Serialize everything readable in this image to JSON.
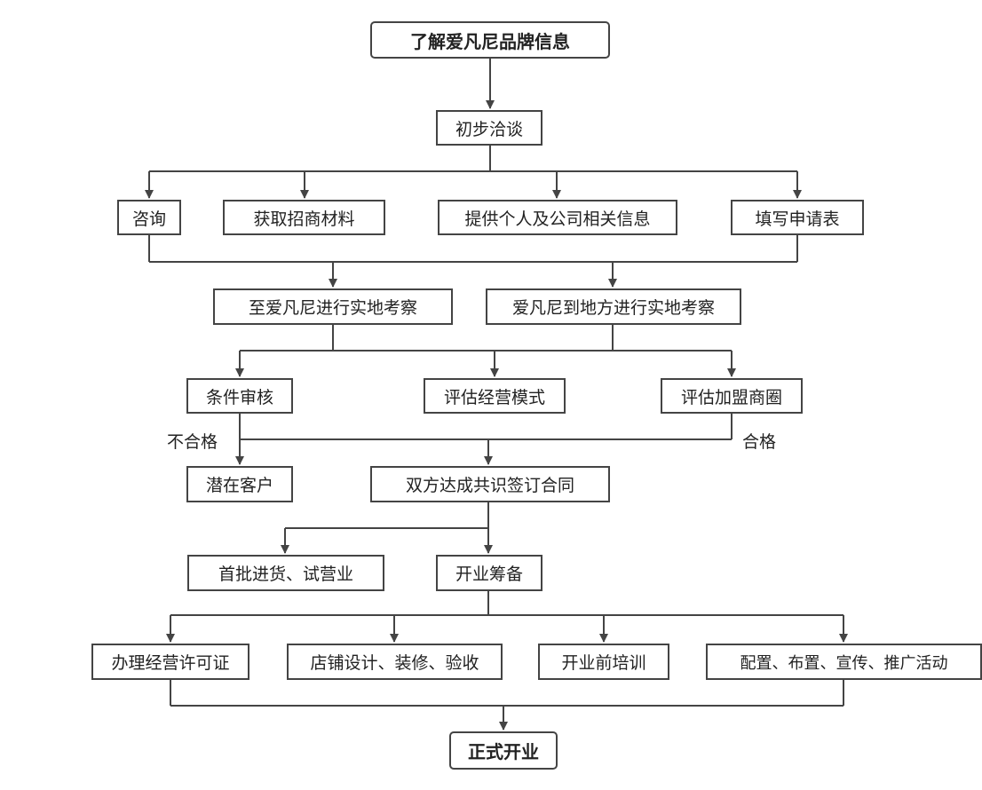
{
  "nodes": {
    "start": "了解爱凡尼品牌信息",
    "talk": "初步洽谈",
    "consult": "咨询",
    "materials": "获取招商材料",
    "info": "提供个人及公司相关信息",
    "form": "填写申请表",
    "visit_hq": "至爱凡尼进行实地考察",
    "visit_local": "爱凡尼到地方进行实地考察",
    "review": "条件审核",
    "assess_mode": "评估经营模式",
    "assess_area": "评估加盟商圈",
    "potential": "潜在客户",
    "contract": "双方达成共识签订合同",
    "first_stock": "首批进货、试营业",
    "prepare": "开业筹备",
    "license": "办理经营许可证",
    "decorate": "店铺设计、装修、验收",
    "training": "开业前培训",
    "setup": "配置、布置、宣传、推广活动",
    "open": "正式开业"
  },
  "labels": {
    "fail": "不合格",
    "pass": "合格"
  }
}
